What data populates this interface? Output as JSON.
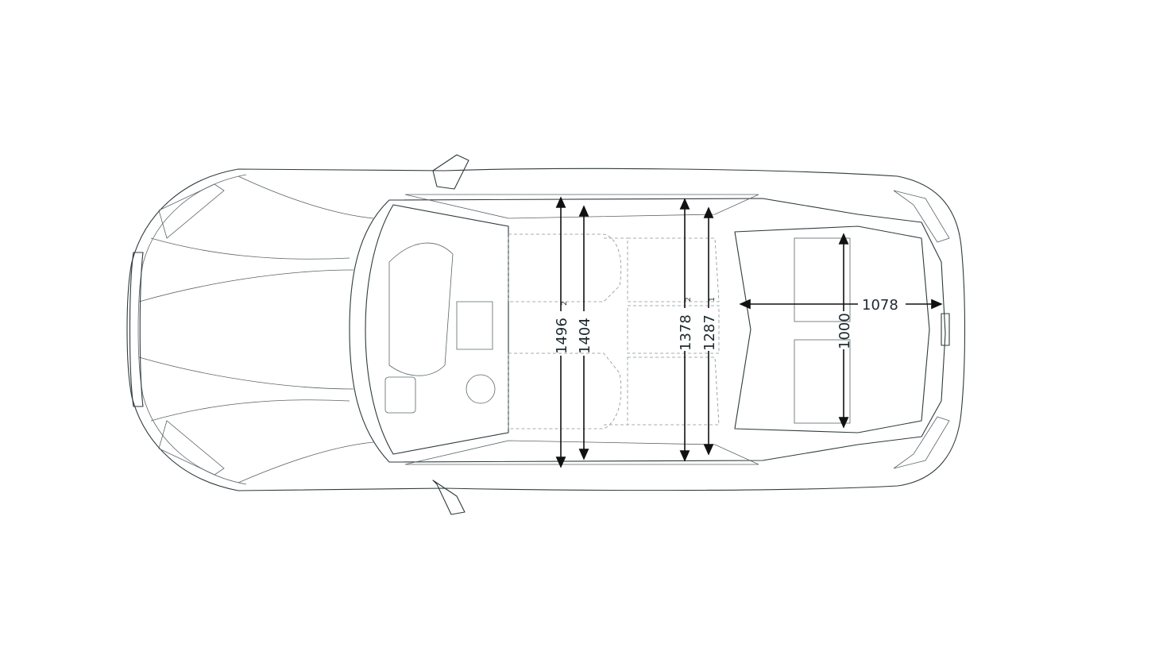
{
  "diagram": {
    "view": "top",
    "line_color": "#2f3a3d",
    "dimension_color": "#111111",
    "dimensions": [
      {
        "id": "d1496",
        "value": "1496",
        "note": "2",
        "orientation": "vertical"
      },
      {
        "id": "d1404",
        "value": "1404",
        "note": "",
        "orientation": "vertical"
      },
      {
        "id": "d1378",
        "value": "1378",
        "note": "2",
        "orientation": "vertical"
      },
      {
        "id": "d1287",
        "value": "1287",
        "note": "1",
        "orientation": "vertical"
      },
      {
        "id": "d1000",
        "value": "1000",
        "note": "",
        "orientation": "vertical"
      },
      {
        "id": "d1078",
        "value": "1078",
        "note": "",
        "orientation": "horizontal"
      }
    ]
  }
}
